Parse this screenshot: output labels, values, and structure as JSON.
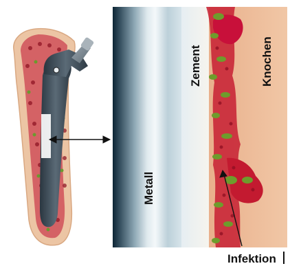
{
  "labels": {
    "metal": "Metall",
    "cement": "Zement",
    "bone": "Knochen",
    "infection": "Infektion"
  },
  "colors": {
    "bone_tissue": "#e8b38c",
    "marrow_red": "#c41a32",
    "infection_green": "#6b9a2e",
    "metal_dark": "#3a4a58",
    "cement_light": "#e8f1f5"
  },
  "icons": [
    "double-headed-arrow",
    "pointer-line"
  ]
}
